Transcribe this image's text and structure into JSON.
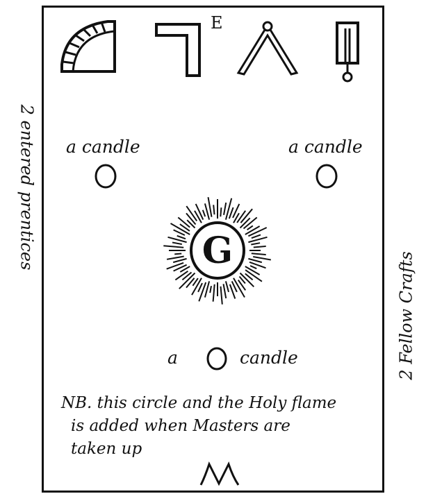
{
  "sides": {
    "left_text": "2 entered prentices",
    "right_text": "2 Fellow Crafts"
  },
  "top_symbols": {
    "letter": "E"
  },
  "candles": {
    "left_label": "a candle",
    "right_label": "a candle",
    "bottom_prefix": "a",
    "bottom_suffix": "candle"
  },
  "center": {
    "letter": "G"
  },
  "note": {
    "line1": "NB. this circle and the Holy flame",
    "line2": "is added when Masters are",
    "line3": "taken up"
  },
  "bottom_mark": "M"
}
